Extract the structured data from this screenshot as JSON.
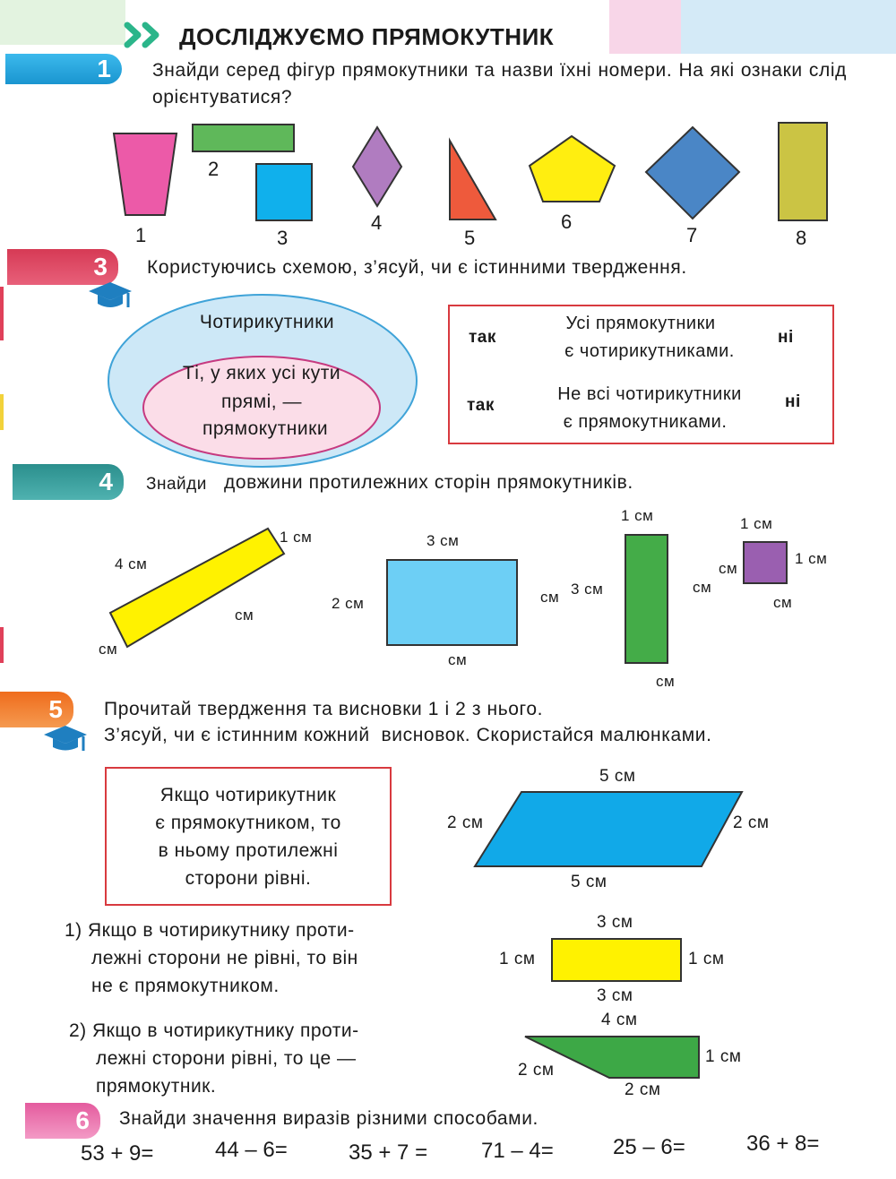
{
  "header": {
    "title": "ДОСЛІДЖУЄМО ПРЯМОКУТНИК"
  },
  "colors": {
    "blue_badge": "#1aa3de",
    "red_badge": "#e0405a",
    "teal_badge": "#3aa1a1",
    "orange_badge": "#f07a2a",
    "pink_badge": "#ef7cb0",
    "frame_red": "#d83a3f"
  },
  "task1": {
    "number": "1",
    "text": "Знайди серед фігур прямокутники та назви їхні номери. На які ознаки слід орієнтуватися?",
    "labels": [
      "1",
      "2",
      "3",
      "4",
      "5",
      "6",
      "7",
      "8"
    ]
  },
  "task3": {
    "number": "3",
    "text": "Користуючись схемою, з’ясуй, чи є істинними твердження.",
    "outer_label": "Чотирикутники",
    "inner_label_1": "Ті, у яких усі кути",
    "inner_label_2": "прямі, —",
    "inner_label_3": "прямокутники",
    "statements": [
      {
        "yes": "так",
        "line1": "Усі прямокутники",
        "line2": "є чотирикутниками.",
        "no": "ні"
      },
      {
        "yes": "так",
        "line1": "Не всі чотирикутники",
        "line2": "є прямокутниками.",
        "no": "ні"
      }
    ]
  },
  "task4": {
    "number": "4",
    "text_prefix": "Знайди",
    "text": "довжини протилежних сторін прямокутників.",
    "fig1": {
      "a": "4 см",
      "b": "1 см",
      "c": "см",
      "d": "см"
    },
    "fig2": {
      "top": "3 см",
      "left": "2 см",
      "right": "см",
      "bottom": "см"
    },
    "fig3": {
      "top": "1 см",
      "left": "3 см",
      "right": "см",
      "bottom": "см"
    },
    "fig4": {
      "top": "1 см",
      "left": "см",
      "right": "1 см",
      "bottom": "см"
    }
  },
  "task5": {
    "number": "5",
    "line1": "Прочитай твердження та висновки 1 і 2 з нього.",
    "line2": "З’ясуй, чи є істинним кожний  висновок. Скористайся малюнками.",
    "box": [
      "Якщо чотирикутник",
      "є прямокутником, то",
      "в ньому протилежні",
      "сторони рівні."
    ],
    "conclusion1": [
      "1) Якщо в чотирикутнику проти-",
      "лежні сторони не рівні, то він",
      "не є прямокутником."
    ],
    "conclusion2": [
      "2) Якщо в чотирикутнику проти-",
      "лежні сторони рівні, то це —",
      "прямокутник."
    ],
    "para": {
      "top": "5 см",
      "bottom": "5 см",
      "left": "2 см",
      "right": "2 см"
    },
    "rect": {
      "top": "3 см",
      "bottom": "3 см",
      "left": "1 см",
      "right": "1 см"
    },
    "trap": {
      "top": "4 см",
      "right": "1 см",
      "bottom": "2 см",
      "left": "2 см"
    }
  },
  "task6": {
    "number": "6",
    "text": "Знайди значення виразів різними способами.",
    "expressions": [
      "53 + 9=",
      "44 – 6=",
      "35 + 7 =",
      "71 – 4=",
      "25 – 6=",
      "36 + 8="
    ]
  }
}
